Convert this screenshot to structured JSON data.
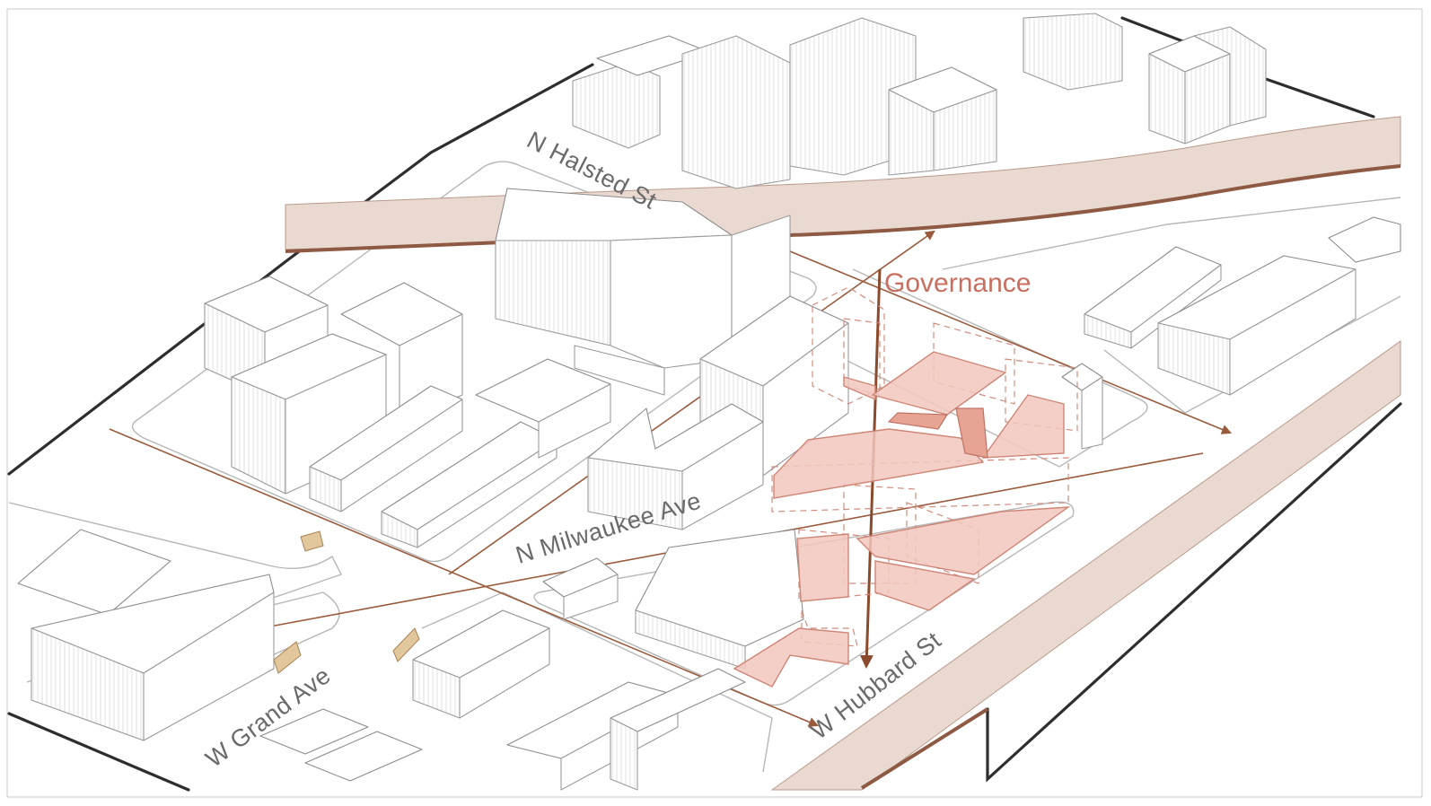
{
  "diagram": {
    "annotation": "Governance",
    "streets": {
      "halsted": "N Halsted St",
      "milwaukee": "N Milwaukee Ave",
      "grand": "W Grand Ave",
      "hubbard": "W Hubbard St"
    },
    "colors": {
      "highlight": "#f1c7bd",
      "highlight_stroke": "#cf8677",
      "annotation": "#c86f5f",
      "axis": "#9a5a3c",
      "rail": "#ead9d1",
      "bench": "#e2c79d"
    }
  }
}
